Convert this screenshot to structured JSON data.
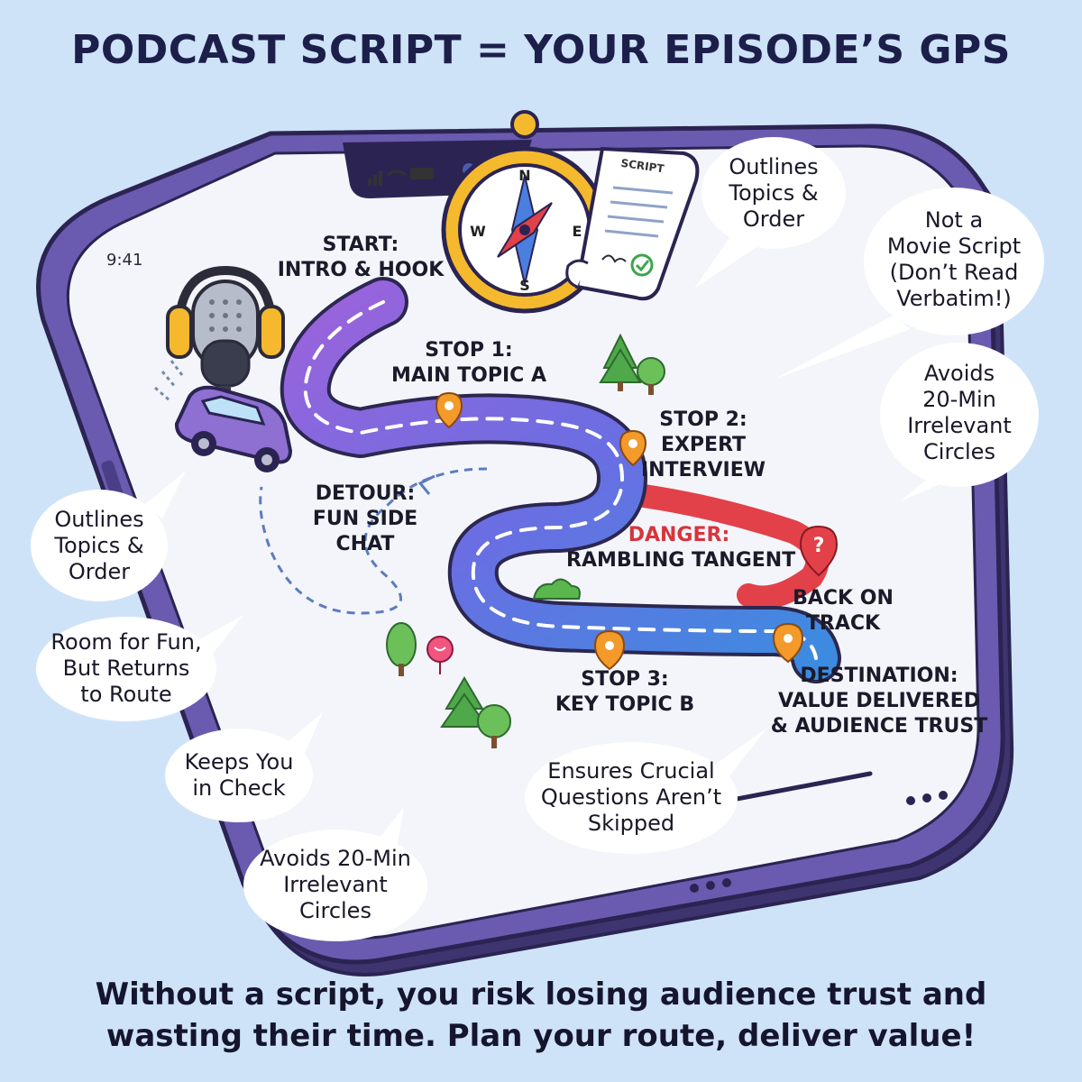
{
  "title": "PODCAST SCRIPT = YOUR EPISODE’S GPS",
  "phone": {
    "time": "9:41"
  },
  "scroll": {
    "label": "SCRIPT"
  },
  "compass": {
    "n": "N",
    "s": "S",
    "w": "W",
    "e": "E"
  },
  "route": {
    "start": {
      "line1": "START:",
      "line2": "INTRO & HOOK"
    },
    "stop1": {
      "line1": "STOP 1:",
      "line2": "MAIN TOPIC A"
    },
    "stop2": {
      "line1": "STOP 2:",
      "line2": "EXPERT",
      "line3": "INTERVIEW"
    },
    "detour": {
      "line1": "DETOUR:",
      "line2": "FUN SIDE",
      "line3": "CHAT"
    },
    "danger": {
      "line1": "DANGER:",
      "line2": "RAMBLING TANGENT"
    },
    "back": {
      "line1": "BACK ON",
      "line2": "TRACK"
    },
    "stop3": {
      "line1": "STOP 3:",
      "line2": "KEY TOPIC B"
    },
    "destination": {
      "line1": "DESTINATION:",
      "line2": "VALUE DELIVERED",
      "line3": "& AUDIENCE TRUST"
    }
  },
  "bubbles": {
    "top_center": [
      "Outlines",
      "Topics &",
      "Order"
    ],
    "top_right": [
      "Not a",
      "Movie Script",
      "(Don’t Read",
      "Verbatim!)"
    ],
    "right": [
      "Avoids",
      "20-Min",
      "Irrelevant",
      "Circles"
    ],
    "left1": [
      "Outlines",
      "Topics &",
      "Order"
    ],
    "left2": [
      "Room for Fun,",
      "But Returns",
      "to Route"
    ],
    "left3": [
      "Keeps You",
      "in Check"
    ],
    "left4": [
      "Avoids 20-Min",
      "Irrelevant",
      "Circles"
    ],
    "bottom_center": [
      "Ensures Crucial",
      "Questions Aren’t",
      "Skipped"
    ]
  },
  "footer": {
    "line1": "Without a script, you risk losing audience trust and",
    "line2": "wasting their time. Plan your route, deliver value!"
  },
  "colors": {
    "background": "#cfe3f8",
    "phone_frame": "#5b4e9a",
    "road_purple": "#8c62dc",
    "road_blue": "#4a7fe0",
    "danger_red": "#e2414a",
    "pin_orange": "#f39a2a"
  }
}
